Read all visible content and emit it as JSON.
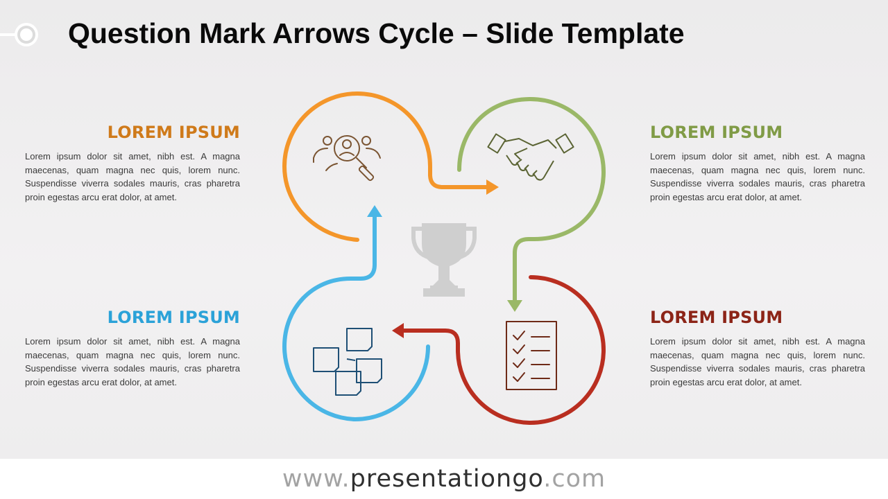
{
  "title": "Question Mark Arrows Cycle – Slide Template",
  "colors": {
    "orange": "#f4962a",
    "green": "#9ab867",
    "blue": "#4ab6e6",
    "red": "#b92e20",
    "trophy": "#cfcfcf"
  },
  "sections": [
    {
      "heading": "LOREM IPSUM",
      "heading_color": "#cf7a1a",
      "icon": "team-search-icon",
      "text": "Lorem ipsum dolor sit amet, nibh est. A magna maecenas, quam magna nec quis, lorem nunc. Suspendisse viverra sodales mauris, cras pharetra proin egestas arcu erat dolor, at amet."
    },
    {
      "heading": "LOREM IPSUM",
      "heading_color": "#809b46",
      "icon": "handshake-icon",
      "text": "Lorem ipsum dolor sit amet, nibh est. A magna maecenas, quam magna nec quis, lorem nunc. Suspendisse viverra sodales mauris, cras pharetra proin egestas arcu erat dolor, at amet."
    },
    {
      "heading": "LOREM IPSUM",
      "heading_color": "#2ba2d8",
      "icon": "sticky-notes-icon",
      "text": "Lorem ipsum dolor sit amet, nibh est. A magna maecenas, quam magna nec quis, lorem nunc. Suspendisse viverra sodales mauris, cras pharetra proin egestas arcu erat dolor, at amet."
    },
    {
      "heading": "LOREM IPSUM",
      "heading_color": "#8c2417",
      "icon": "checklist-icon",
      "text": "Lorem ipsum dolor sit amet, nibh est. A magna maecenas, quam magna nec quis, lorem nunc. Suspendisse viverra sodales mauris, cras pharetra proin egestas arcu erat dolor, at amet."
    }
  ],
  "center_icon": "trophy-icon",
  "footer": {
    "prefix": "www.",
    "domain": "presentationgo",
    "suffix": ".com"
  }
}
